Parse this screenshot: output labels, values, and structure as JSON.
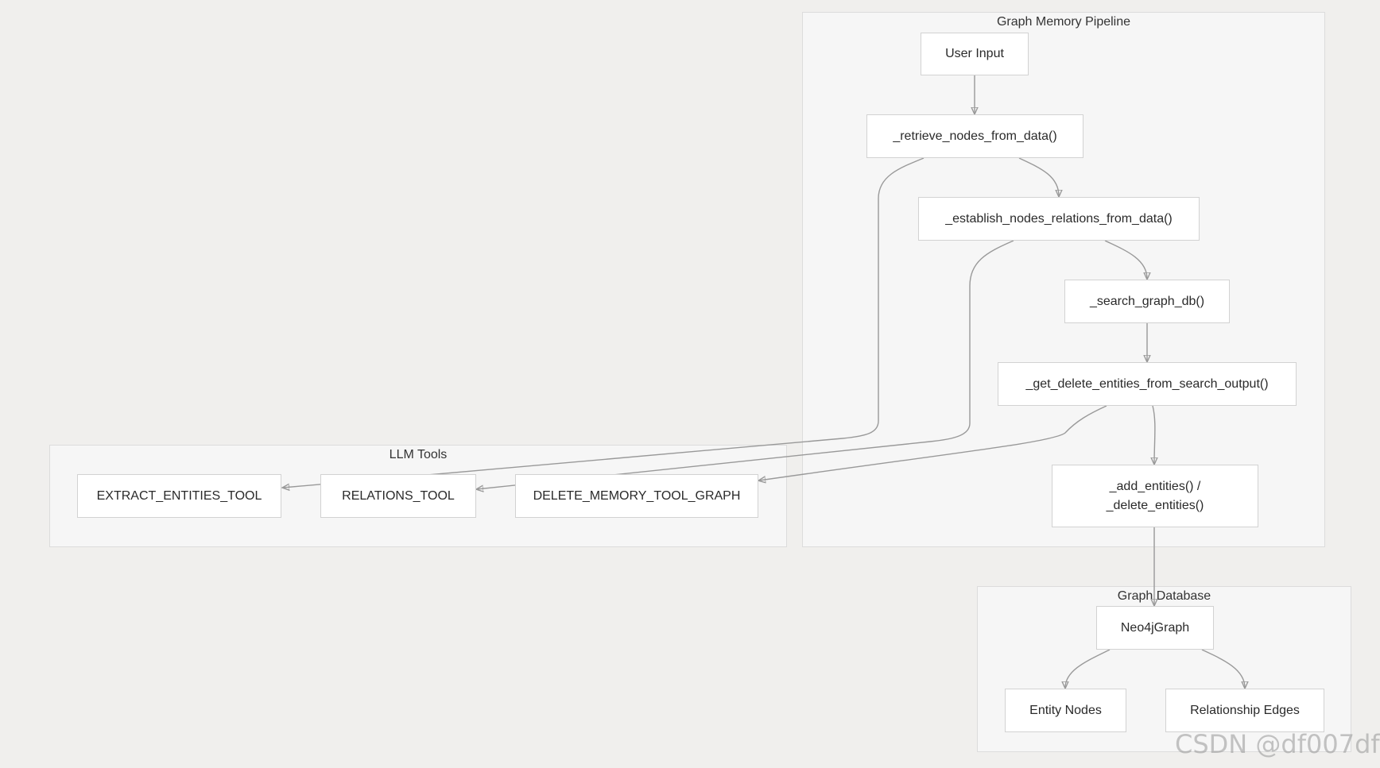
{
  "groups": {
    "pipeline": "Graph Memory Pipeline",
    "llm_tools": "LLM Tools",
    "graph_db": "Graph Database"
  },
  "nodes": {
    "user_input": "User Input",
    "retrieve_nodes": "_retrieve_nodes_from_data()",
    "establish_relations": "_establish_nodes_relations_from_data()",
    "search_graph_db": "_search_graph_db()",
    "get_delete_entities": "_get_delete_entities_from_search_output()",
    "add_delete_entities": "_add_entities() /\n_delete_entities()",
    "extract_entities_tool": "EXTRACT_ENTITIES_TOOL",
    "relations_tool": "RELATIONS_TOOL",
    "delete_memory_tool": "DELETE_MEMORY_TOOL_GRAPH",
    "neo4j_graph": "Neo4jGraph",
    "entity_nodes": "Entity Nodes",
    "relationship_edges": "Relationship Edges"
  },
  "edges": [
    {
      "from": "User Input",
      "to": "_retrieve_nodes_from_data()"
    },
    {
      "from": "_retrieve_nodes_from_data()",
      "to": "_establish_nodes_relations_from_data()"
    },
    {
      "from": "_retrieve_nodes_from_data()",
      "to": "EXTRACT_ENTITIES_TOOL"
    },
    {
      "from": "_establish_nodes_relations_from_data()",
      "to": "_search_graph_db()"
    },
    {
      "from": "_establish_nodes_relations_from_data()",
      "to": "RELATIONS_TOOL"
    },
    {
      "from": "_search_graph_db()",
      "to": "_get_delete_entities_from_search_output()"
    },
    {
      "from": "_get_delete_entities_from_search_output()",
      "to": "_add_entities() / _delete_entities()"
    },
    {
      "from": "_get_delete_entities_from_search_output()",
      "to": "DELETE_MEMORY_TOOL_GRAPH"
    },
    {
      "from": "_add_entities() / _delete_entities()",
      "to": "Neo4jGraph"
    },
    {
      "from": "Neo4jGraph",
      "to": "Entity Nodes"
    },
    {
      "from": "Neo4jGraph",
      "to": "Relationship Edges"
    }
  ],
  "watermark": "CSDN @df007df",
  "colors": {
    "background": "#f0efed",
    "group_fill": "#f6f6f6",
    "node_fill": "#ffffff",
    "edge": "#999999"
  }
}
